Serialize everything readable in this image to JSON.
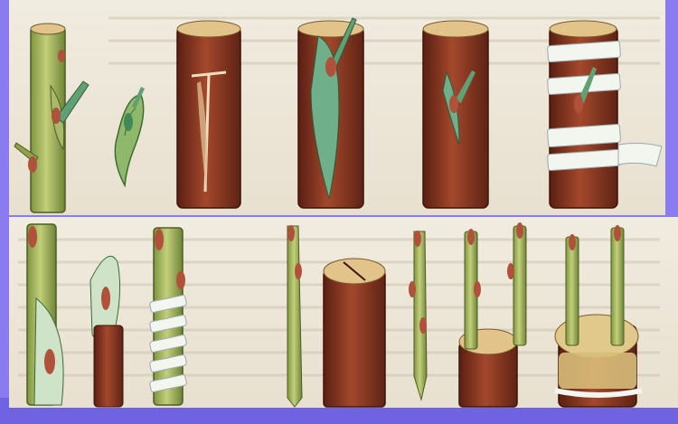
{
  "frame": {
    "border_color": "#8a7cf0",
    "border_color_dark": "#5f52d6",
    "paper_color": "#f1ece0",
    "paper_shadow": "#ded6c4"
  },
  "colors": {
    "bark_green": "#8fa24a",
    "bark_green_light": "#c3cf7a",
    "bark_brown": "#7a2e1c",
    "bark_brown_light": "#b0583a",
    "wood_cut": "#e2c48a",
    "bud": "#b0523a",
    "leaf_green": "#5fa074",
    "bandage": "#f3f5ef",
    "putty": "#e0c98a"
  },
  "top_row": {
    "panels": [
      {
        "id": "scion-and-bud-shield"
      },
      {
        "id": "t-cut-rootstock"
      },
      {
        "id": "shield-inserted"
      },
      {
        "id": "shield-closed"
      },
      {
        "id": "bandaged-bud"
      }
    ]
  },
  "bottom_row": {
    "panels": [
      {
        "id": "oblique-cut-stem"
      },
      {
        "id": "oblique-cut-scion"
      },
      {
        "id": "tied-splice"
      },
      {
        "id": "wedge-scion"
      },
      {
        "id": "split-rootstock"
      },
      {
        "id": "wedge-scion-2"
      },
      {
        "id": "scions-in-cleft"
      },
      {
        "id": "sealed-cleft-graft"
      }
    ]
  }
}
